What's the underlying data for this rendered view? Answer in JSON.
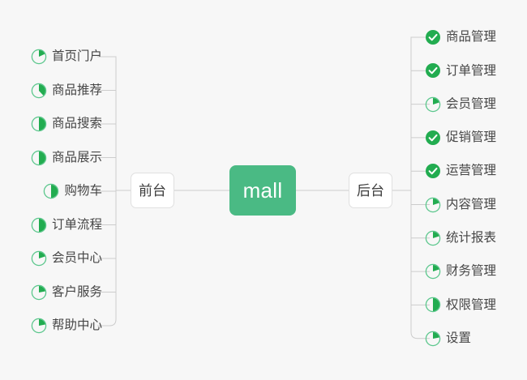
{
  "diagram": {
    "type": "mind-map",
    "background_color": "#f7f7f7",
    "center": {
      "label": "mall",
      "color": "#4ABA84",
      "text_color": "#ffffff"
    },
    "branches": [
      {
        "id": "frontend",
        "label": "前台",
        "side": "left"
      },
      {
        "id": "backend",
        "label": "后台",
        "side": "right"
      }
    ],
    "colors": {
      "accent_green": "#4ABA84",
      "check_green": "#22AC50",
      "ring_green": "#5CC78D",
      "pie_green": "#22AC50",
      "line_gray": "#cccccc",
      "node_border": "#e0e0e0",
      "label_text": "#464646"
    },
    "connector": {
      "line_color": "#cccccc",
      "line_width": 1,
      "corner_radius": 8
    }
  },
  "left_branch": {
    "title": "前台",
    "items": [
      {
        "label": "首页门户",
        "icon": "pie-progress-icon",
        "progress": 18,
        "status": "in-progress"
      },
      {
        "label": "商品推荐",
        "icon": "pie-progress-icon",
        "progress": 38,
        "status": "in-progress"
      },
      {
        "label": "商品搜索",
        "icon": "pie-progress-icon",
        "progress": 50,
        "status": "in-progress"
      },
      {
        "label": "商品展示",
        "icon": "pie-progress-icon",
        "progress": 50,
        "status": "in-progress"
      },
      {
        "label": "购物车",
        "icon": "pie-progress-icon",
        "progress": 50,
        "status": "in-progress"
      },
      {
        "label": "订单流程",
        "icon": "pie-progress-icon",
        "progress": 50,
        "status": "in-progress"
      },
      {
        "label": "会员中心",
        "icon": "pie-progress-icon",
        "progress": 20,
        "status": "in-progress"
      },
      {
        "label": "客户服务",
        "icon": "pie-progress-icon",
        "progress": 22,
        "status": "in-progress"
      },
      {
        "label": "帮助中心",
        "icon": "pie-progress-icon",
        "progress": 22,
        "status": "in-progress"
      }
    ]
  },
  "right_branch": {
    "title": "后台",
    "items": [
      {
        "label": "商品管理",
        "icon": "check-circle-icon",
        "progress": 100,
        "status": "done"
      },
      {
        "label": "订单管理",
        "icon": "check-circle-icon",
        "progress": 100,
        "status": "done"
      },
      {
        "label": "会员管理",
        "icon": "pie-progress-icon",
        "progress": 20,
        "status": "in-progress"
      },
      {
        "label": "促销管理",
        "icon": "check-circle-icon",
        "progress": 100,
        "status": "done"
      },
      {
        "label": "运营管理",
        "icon": "check-circle-icon",
        "progress": 100,
        "status": "done"
      },
      {
        "label": "内容管理",
        "icon": "pie-progress-icon",
        "progress": 20,
        "status": "in-progress"
      },
      {
        "label": "统计报表",
        "icon": "pie-progress-icon",
        "progress": 20,
        "status": "in-progress"
      },
      {
        "label": "财务管理",
        "icon": "pie-progress-icon",
        "progress": 20,
        "status": "in-progress"
      },
      {
        "label": "权限管理",
        "icon": "pie-progress-icon",
        "progress": 50,
        "status": "in-progress"
      },
      {
        "label": "设置",
        "icon": "pie-progress-icon",
        "progress": 22,
        "status": "in-progress"
      }
    ]
  }
}
